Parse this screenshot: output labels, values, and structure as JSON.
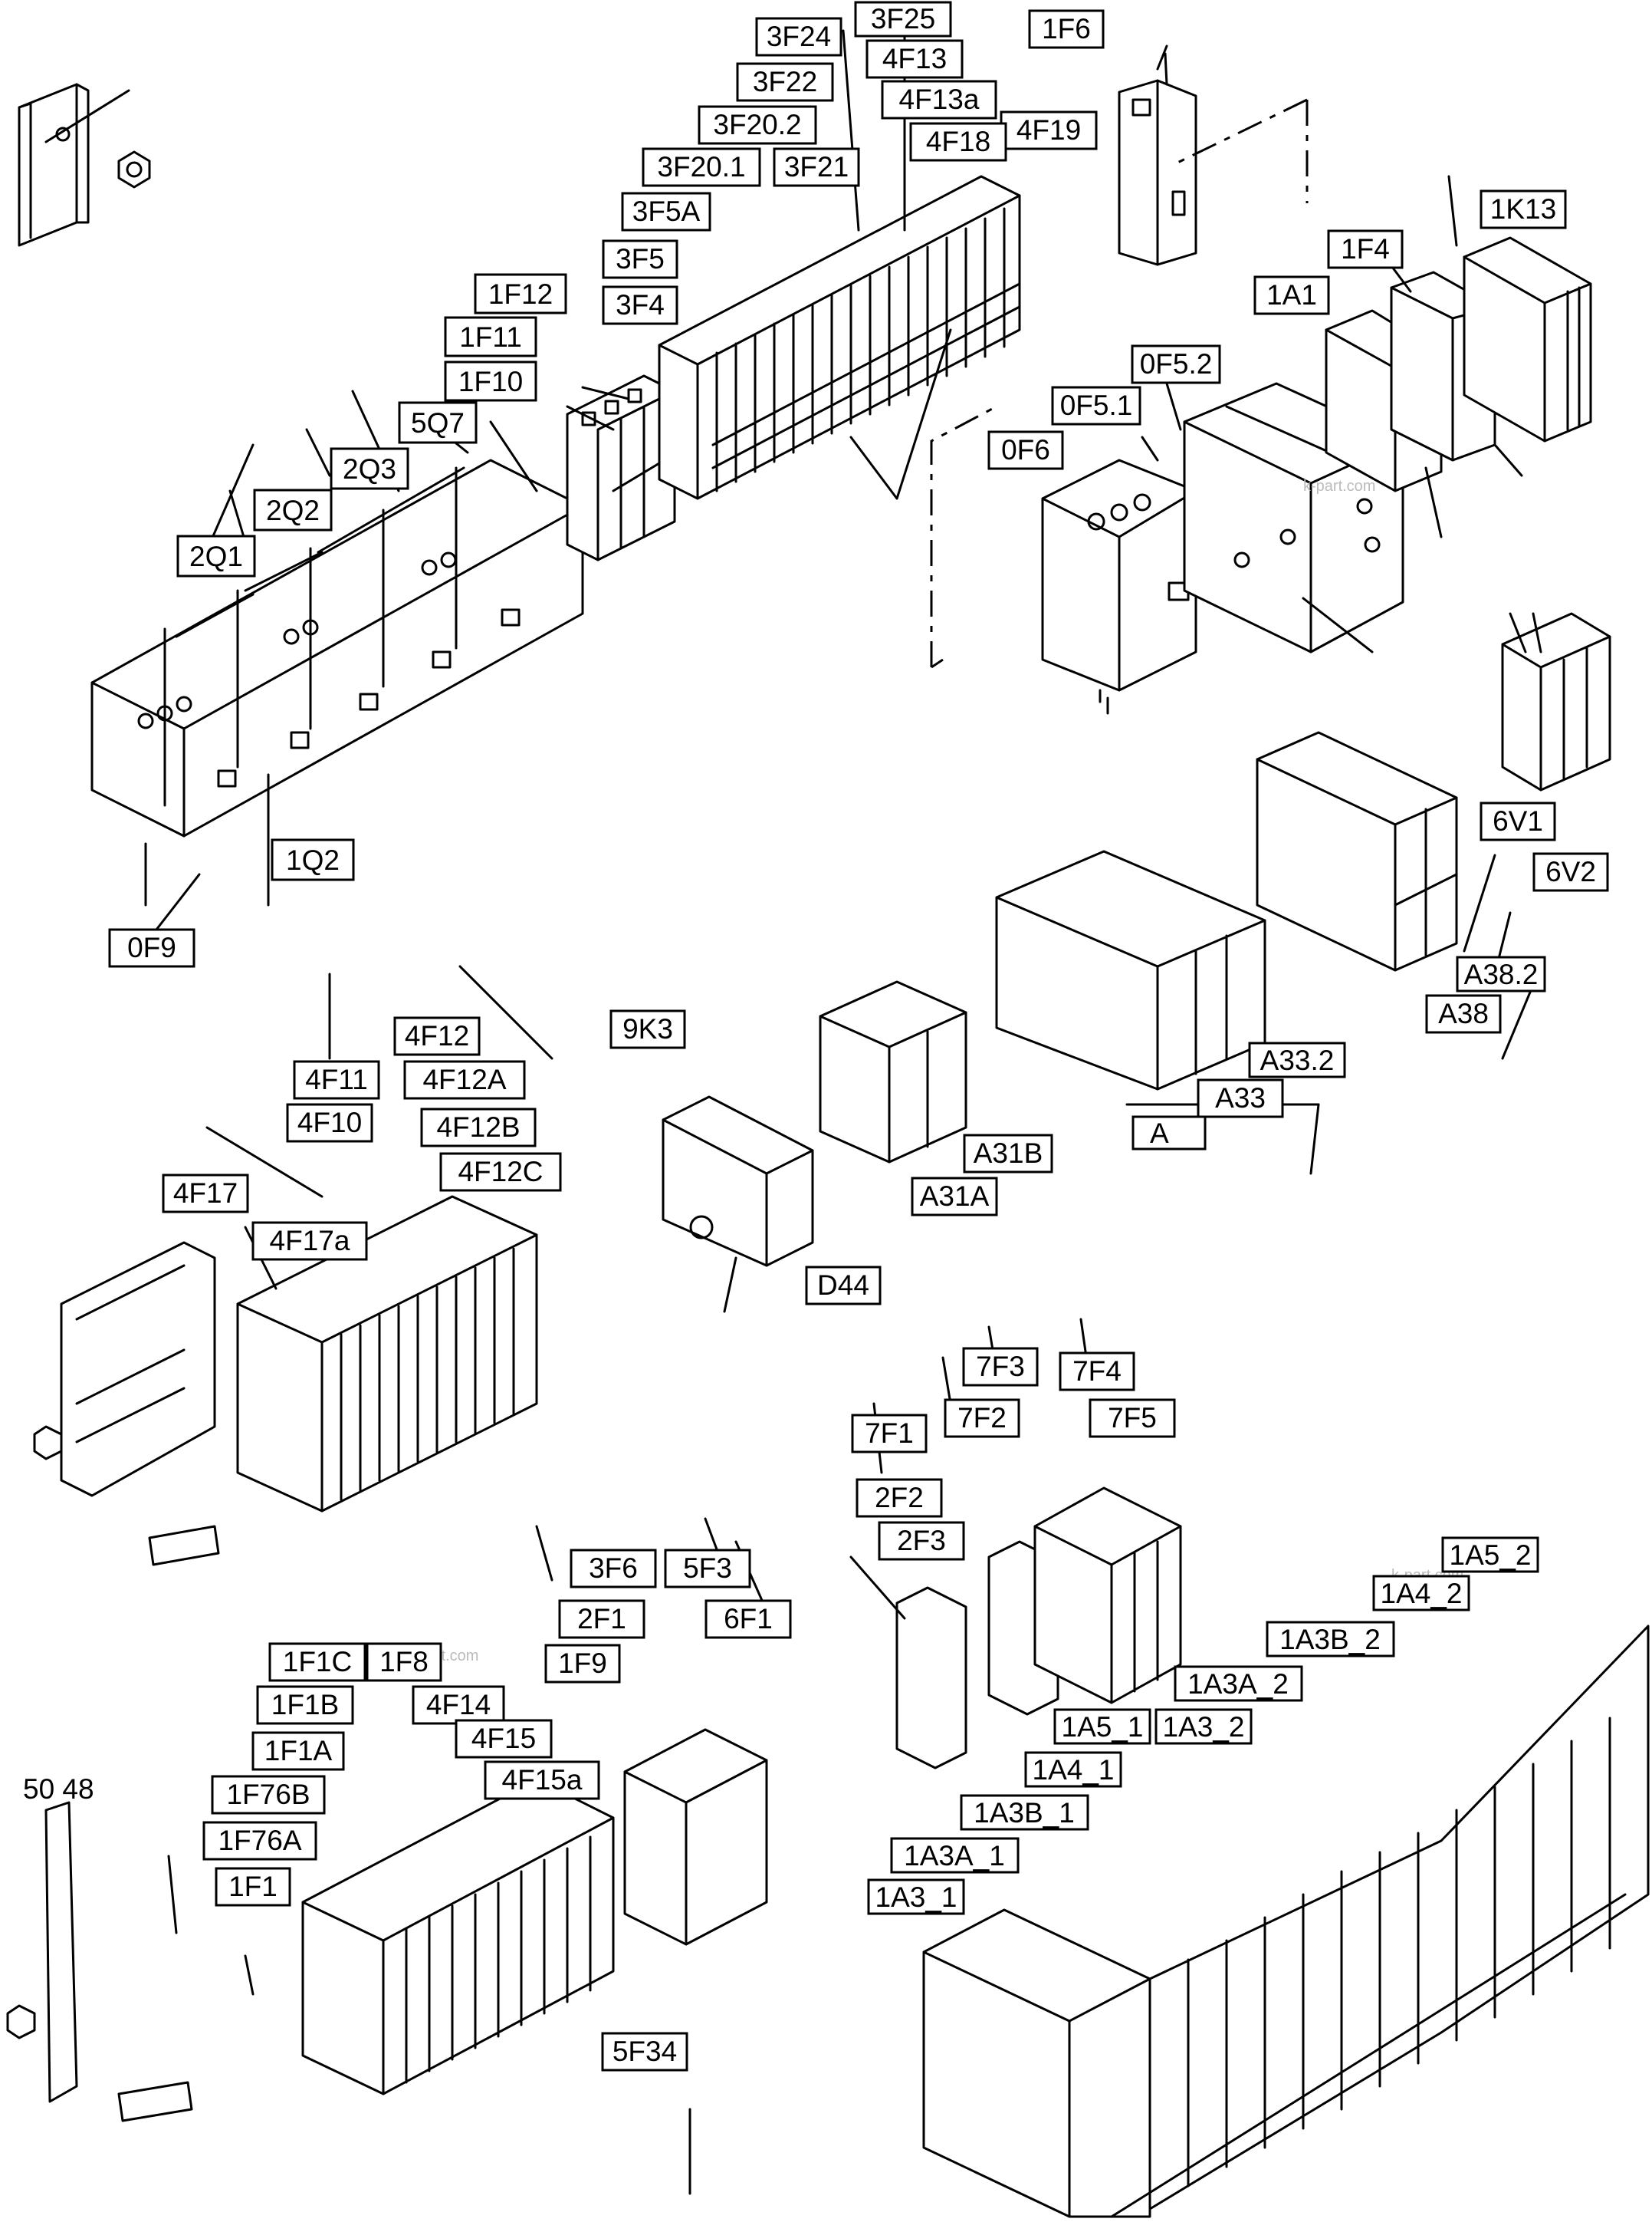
{
  "labels": {
    "l_1F6": "1F6",
    "l_3F24": "3F24",
    "l_3F25": "3F25",
    "l_4F13": "4F13",
    "l_3F22": "3F22",
    "l_4F13a": "4F13a",
    "l_3F20_2": "3F20.2",
    "l_4F19": "4F19",
    "l_4F18": "4F18",
    "l_3F20_1": "3F20.1",
    "l_3F21": "3F21",
    "l_3F5A": "3F5A",
    "l_1K13": "1K13",
    "l_3F5": "3F5",
    "l_1F4": "1F4",
    "l_1F12": "1F12",
    "l_3F4": "3F4",
    "l_1A1": "1A1",
    "l_1F11": "1F11",
    "l_1F10": "1F10",
    "l_0F5_2": "0F5.2",
    "l_5Q7": "5Q7",
    "l_0F5_1": "0F5.1",
    "l_2Q3": "2Q3",
    "l_0F6": "0F6",
    "l_2Q2": "2Q2",
    "l_2Q1": "2Q1",
    "l_1Q2": "1Q2",
    "l_6V1": "6V1",
    "l_6V2": "6V2",
    "l_0F9": "0F9",
    "l_A38_2": "A38.2",
    "l_A38": "A38",
    "l_4F12": "4F12",
    "l_9K3": "9K3",
    "l_4F11": "4F11",
    "l_4F12A": "4F12A",
    "l_A33_2": "A33.2",
    "l_4F10": "4F10",
    "l_4F12B": "4F12B",
    "l_A33": "A33",
    "l_A": "A",
    "l_A31B": "A31B",
    "l_4F12C": "4F12C",
    "l_4F17": "4F17",
    "l_A31A": "A31A",
    "l_4F17a": "4F17a",
    "l_D44": "D44",
    "l_7F3": "7F3",
    "l_7F4": "7F4",
    "l_7F2": "7F2",
    "l_7F5": "7F5",
    "l_7F1": "7F1",
    "l_2F2": "2F2",
    "l_2F3": "2F3",
    "l_3F6": "3F6",
    "l_5F3": "5F3",
    "l_1A5_2": "1A5_2",
    "l_1A4_2": "1A4_2",
    "l_2F1": "2F1",
    "l_6F1": "6F1",
    "l_1A3B_2": "1A3B_2",
    "l_1F1C": "1F1C",
    "l_1F8": "1F8",
    "l_1F9": "1F9",
    "l_1A3A_2": "1A3A_2",
    "l_1F1B": "1F1B",
    "l_4F14": "4F14",
    "l_1A5_1": "1A5_1",
    "l_1A3_2": "1A3_2",
    "l_4F15": "4F15",
    "l_1F1A": "1F1A",
    "l_1A4_1": "1A4_1",
    "l_4F15a": "4F15a",
    "l_1F76B": "1F76B",
    "l_1A3B_1": "1A3B_1",
    "l_1F76A": "1F76A",
    "l_1A3A_1": "1A3A_1",
    "l_1F1": "1F1",
    "l_1A3_1": "1A3_1",
    "l_5F34": "5F34"
  },
  "rail_label": "50 48",
  "watermark": "k-part.com"
}
